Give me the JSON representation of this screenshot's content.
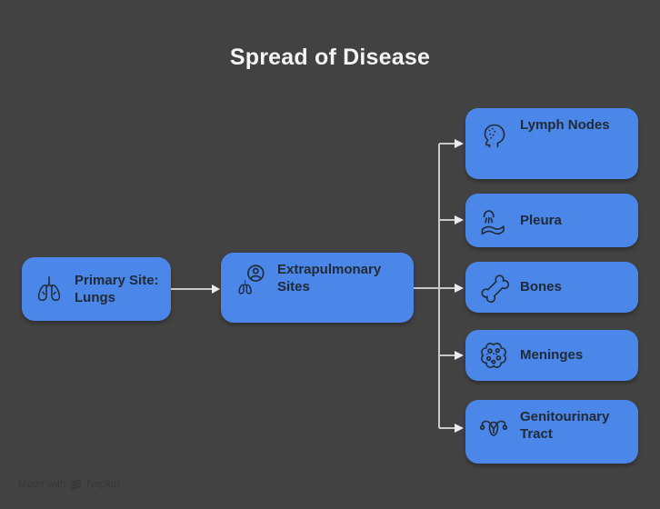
{
  "title": "Spread of Disease",
  "colors": {
    "background": "#424242",
    "node_fill": "#4a87e8",
    "node_text": "#222a35",
    "connector": "#c8c8c8",
    "arrow": "#ececec",
    "title_text": "#f4f4f4",
    "watermark_text": "#373737"
  },
  "nodes": {
    "primary": {
      "label": "Primary Site: Lungs",
      "icon": "lungs-icon"
    },
    "hub": {
      "label": "Extrapulmonary Sites",
      "icon": "person-lungs-icon"
    },
    "branches": [
      {
        "label": "Lymph Nodes",
        "icon": "head-lymph-icon"
      },
      {
        "label": "Pleura",
        "icon": "pleura-icon"
      },
      {
        "label": "Bones",
        "icon": "bone-icon"
      },
      {
        "label": "Meninges",
        "icon": "meninges-icon"
      },
      {
        "label": "Genitourinary Tract",
        "icon": "genitourinary-icon"
      }
    ]
  },
  "watermark": {
    "prefix": "Made with",
    "brand": "Napkin"
  }
}
